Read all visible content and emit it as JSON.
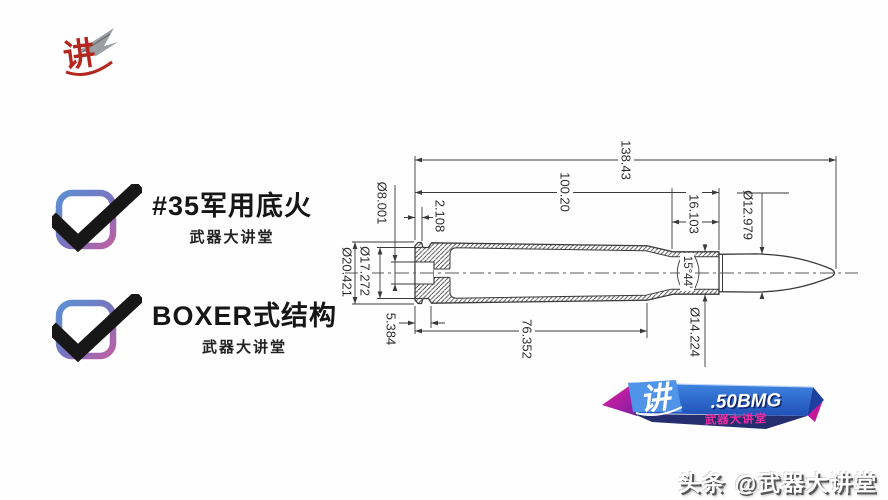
{
  "corner_logo": {
    "glyph": "讲",
    "color": "#b3271e"
  },
  "checklist": {
    "items": [
      {
        "title": "#35军用底火",
        "subtitle": "武器大讲堂"
      },
      {
        "title": "BOXER式结构",
        "subtitle": "武器大讲堂"
      }
    ]
  },
  "diagram": {
    "dimensions": {
      "overall_length": "138.43",
      "case_length": "100.20",
      "rim_thickness": "2.108",
      "primer_pocket_diameter": "Ø8.001",
      "rim_diameter": "Ø20.421",
      "extractor_groove_diameter": "Ø17.272",
      "head_length": "5.384",
      "length_to_shoulder": "76.352",
      "neck_length": "16.103",
      "shoulder_angle": "15°44'",
      "bullet_diameter": "Ø12.979",
      "neck_diameter": "Ø14.224"
    }
  },
  "banner": {
    "title": ".50BMG",
    "subtitle": "武器大讲堂",
    "logo_glyph": "讲"
  },
  "footer": {
    "handle": "头条 @武器大讲堂"
  },
  "colors": {
    "line": "#3a3a3a",
    "checkbox_gradient_start": "#5c8fd2",
    "checkbox_gradient_end": "#c05fa2",
    "banner_blue": "#2f6bd0",
    "banner_magenta": "#e61ea0",
    "banner_subtitle": "#f12da6"
  }
}
